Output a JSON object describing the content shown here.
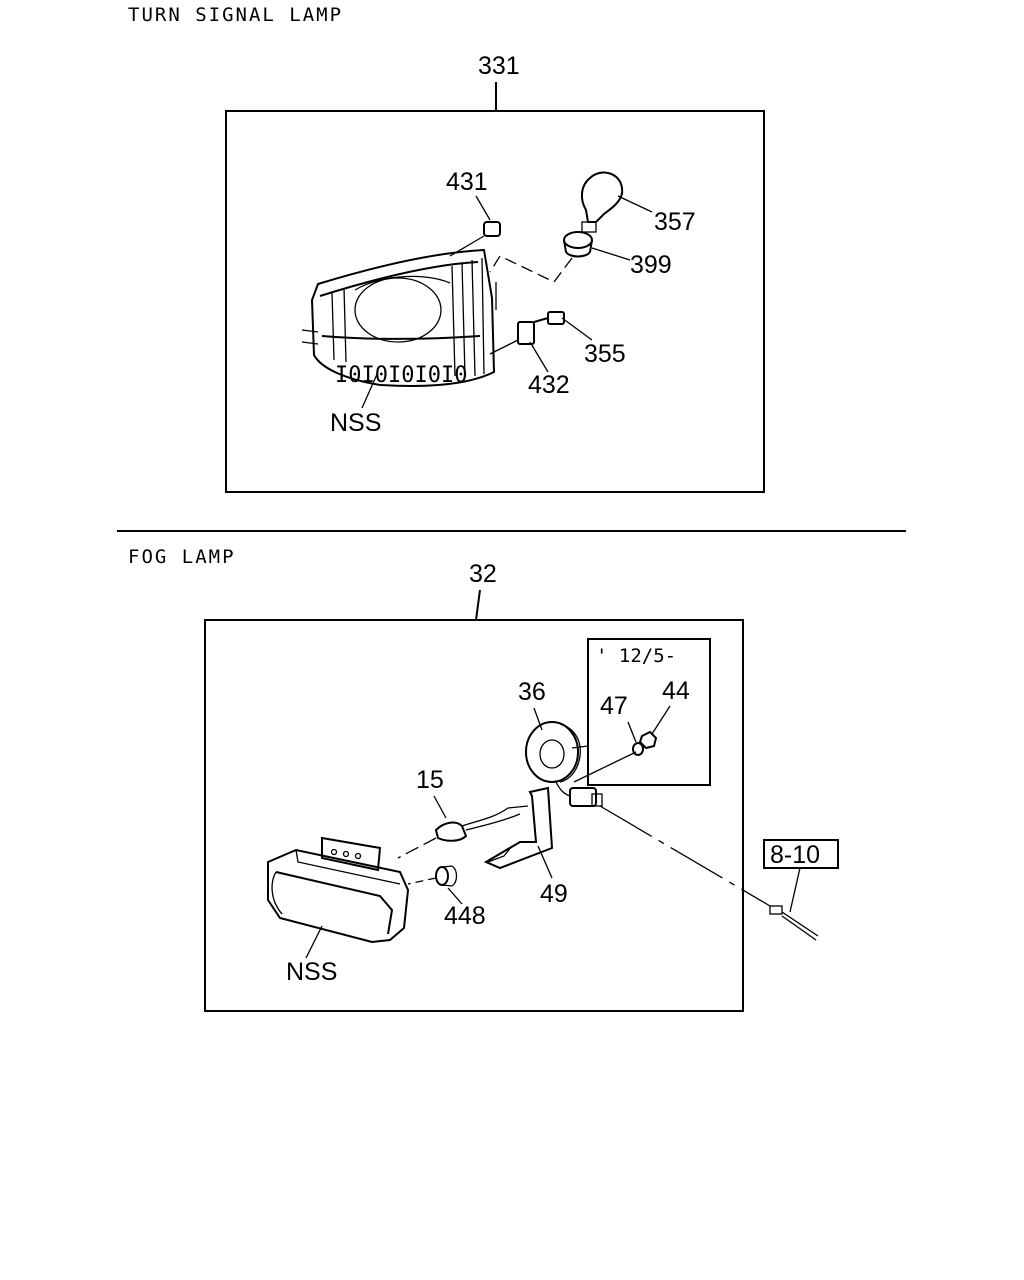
{
  "sections": [
    {
      "title": "TURN SIGNAL LAMP",
      "assembly_callout": "331",
      "callouts": [
        {
          "id": "431",
          "label": "431"
        },
        {
          "id": "357",
          "label": "357"
        },
        {
          "id": "399",
          "label": "399"
        },
        {
          "id": "355",
          "label": "355"
        },
        {
          "id": "432",
          "label": "432"
        },
        {
          "id": "nss",
          "label": "NSS"
        }
      ]
    },
    {
      "title": "FOG LAMP",
      "assembly_callout": "32",
      "inset_label": "' 12/5-",
      "callouts": [
        {
          "id": "36",
          "label": "36"
        },
        {
          "id": "47",
          "label": "47"
        },
        {
          "id": "44",
          "label": "44"
        },
        {
          "id": "15",
          "label": "15"
        },
        {
          "id": "49",
          "label": "49"
        },
        {
          "id": "448",
          "label": "448"
        },
        {
          "id": "nss",
          "label": "NSS"
        }
      ],
      "external_ref": "8-10"
    }
  ]
}
